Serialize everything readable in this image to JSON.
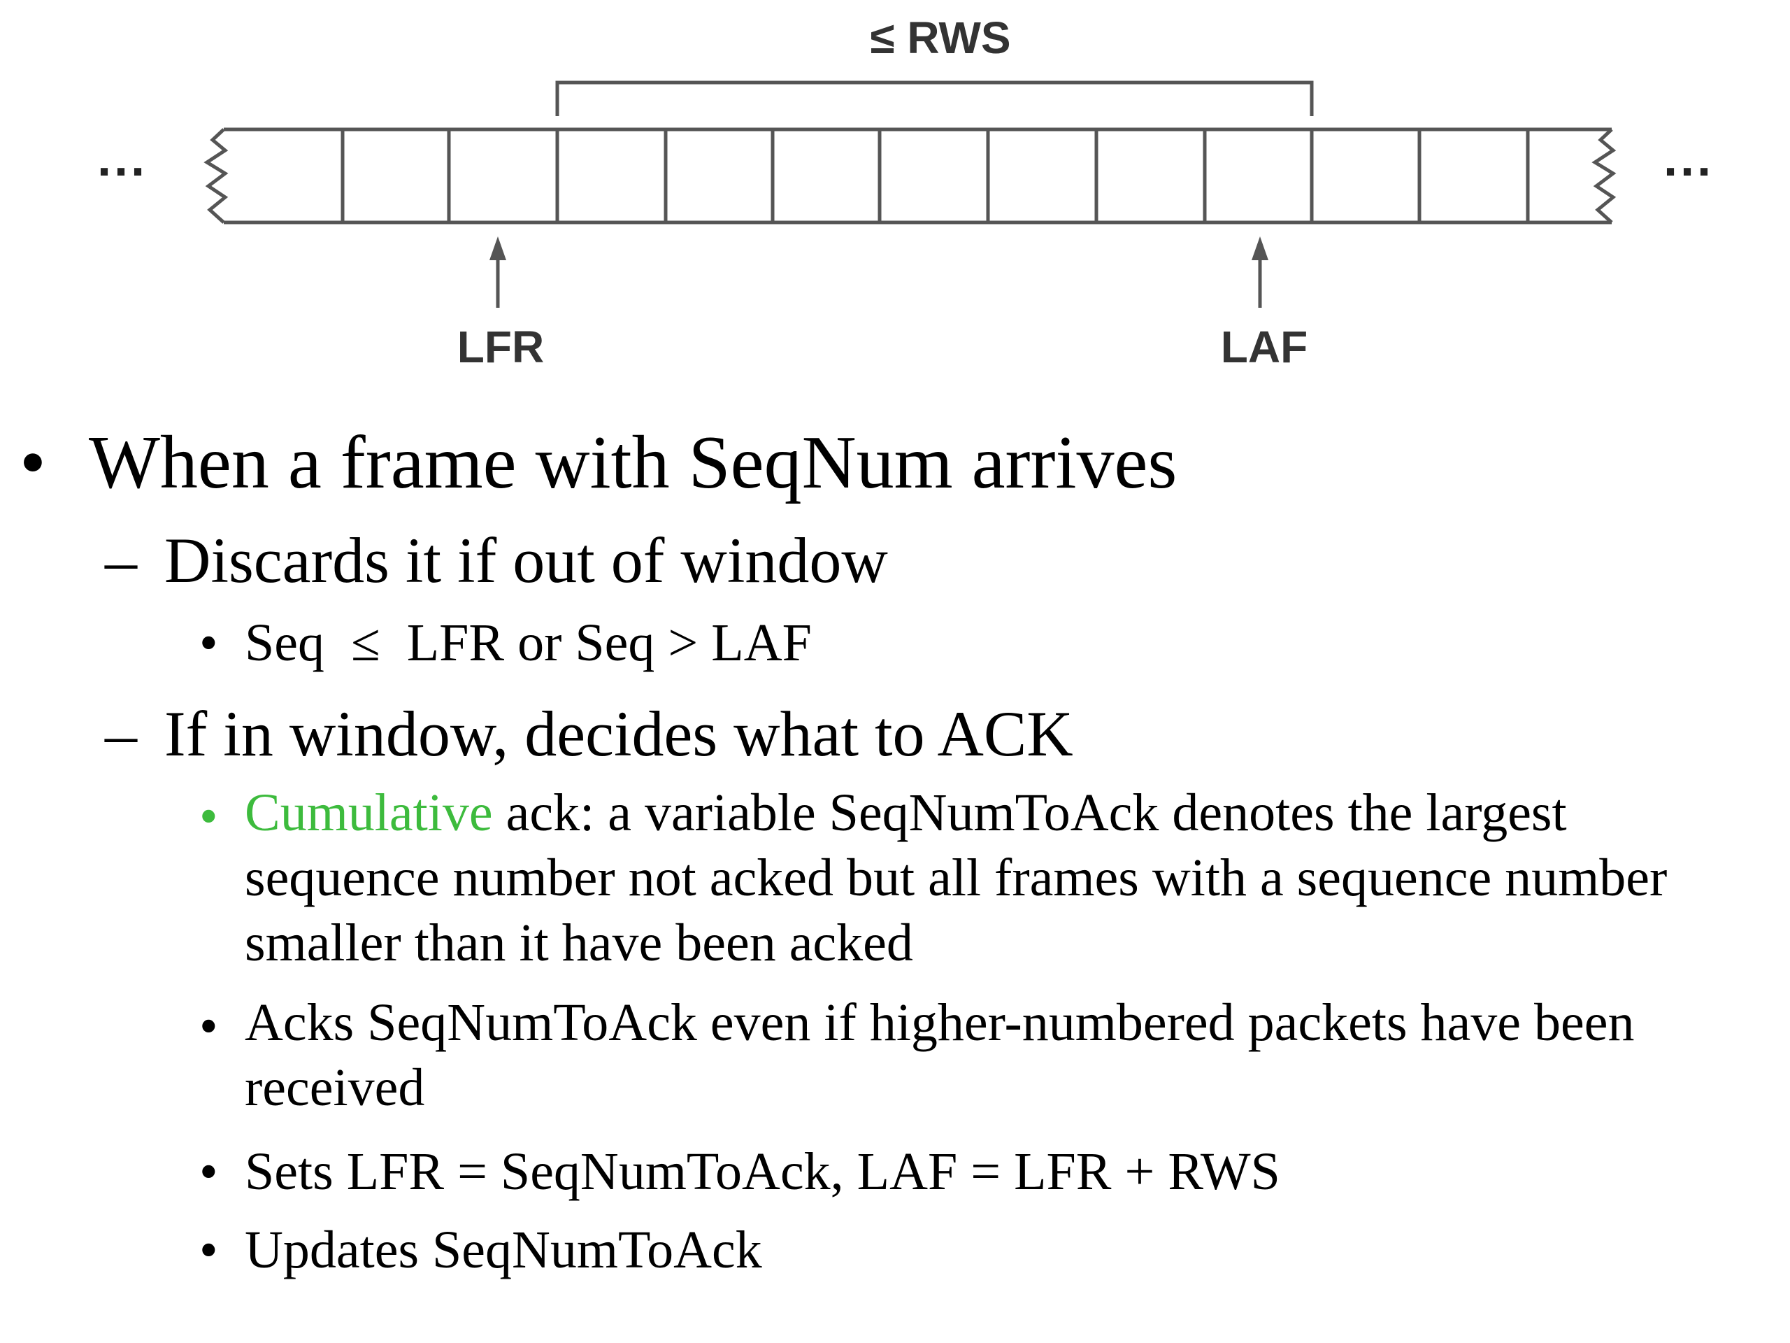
{
  "diagram": {
    "window_label": "≤ RWS",
    "lfr_label": "LFR",
    "laf_label": "LAF",
    "ellipsis_left": "···",
    "ellipsis_right": "···"
  },
  "bullets": {
    "main": "When a frame with SeqNum arrives",
    "discard": "Discards it if out of window",
    "discard_condition": "Seq  ≤  LFR or Seq > LAF",
    "in_window": "If in window, decides what to ACK",
    "cumulative_highlight": "Cumulative",
    "cumulative_rest": " ack: a variable SeqNumToAck denotes the largest sequence number not acked but all frames with a sequence number smaller than it have been acked",
    "acks": "Acks SeqNumToAck even if higher-numbered packets have been received",
    "sets": "Sets LFR = SeqNumToAck, LAF = LFR + RWS",
    "updates": "Updates SeqNumToAck"
  },
  "markers": {
    "bullet": "•",
    "dash": "–"
  },
  "colors": {
    "highlight": "#3dbb3d"
  }
}
